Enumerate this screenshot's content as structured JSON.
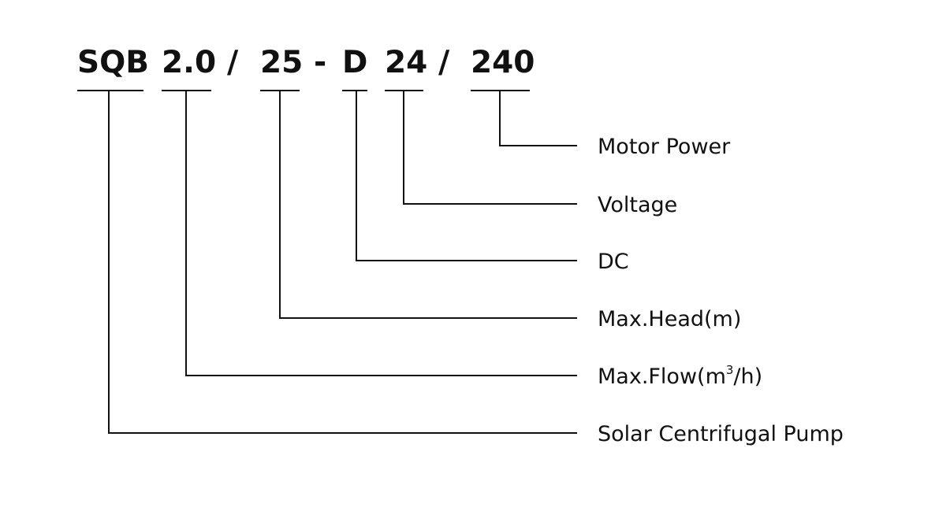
{
  "model_code": {
    "segments": [
      {
        "id": "pump-type",
        "text": "SQB"
      },
      {
        "id": "max-flow",
        "text": "2.0"
      },
      {
        "id": "max-head",
        "text": "25"
      },
      {
        "id": "dc",
        "text": "D"
      },
      {
        "id": "voltage",
        "text": "24"
      },
      {
        "id": "motor-power",
        "text": "240"
      }
    ],
    "separators": [
      "/",
      "-",
      "/"
    ]
  },
  "labels": {
    "motor_power": "Motor Power",
    "voltage": "Voltage",
    "dc": "DC",
    "max_head": "Max.Head(m)",
    "max_flow_prefix": "Max.Flow(m",
    "max_flow_superscript": "3",
    "max_flow_suffix": "/h)",
    "pump_type": "Solar Centrifugal Pump"
  }
}
